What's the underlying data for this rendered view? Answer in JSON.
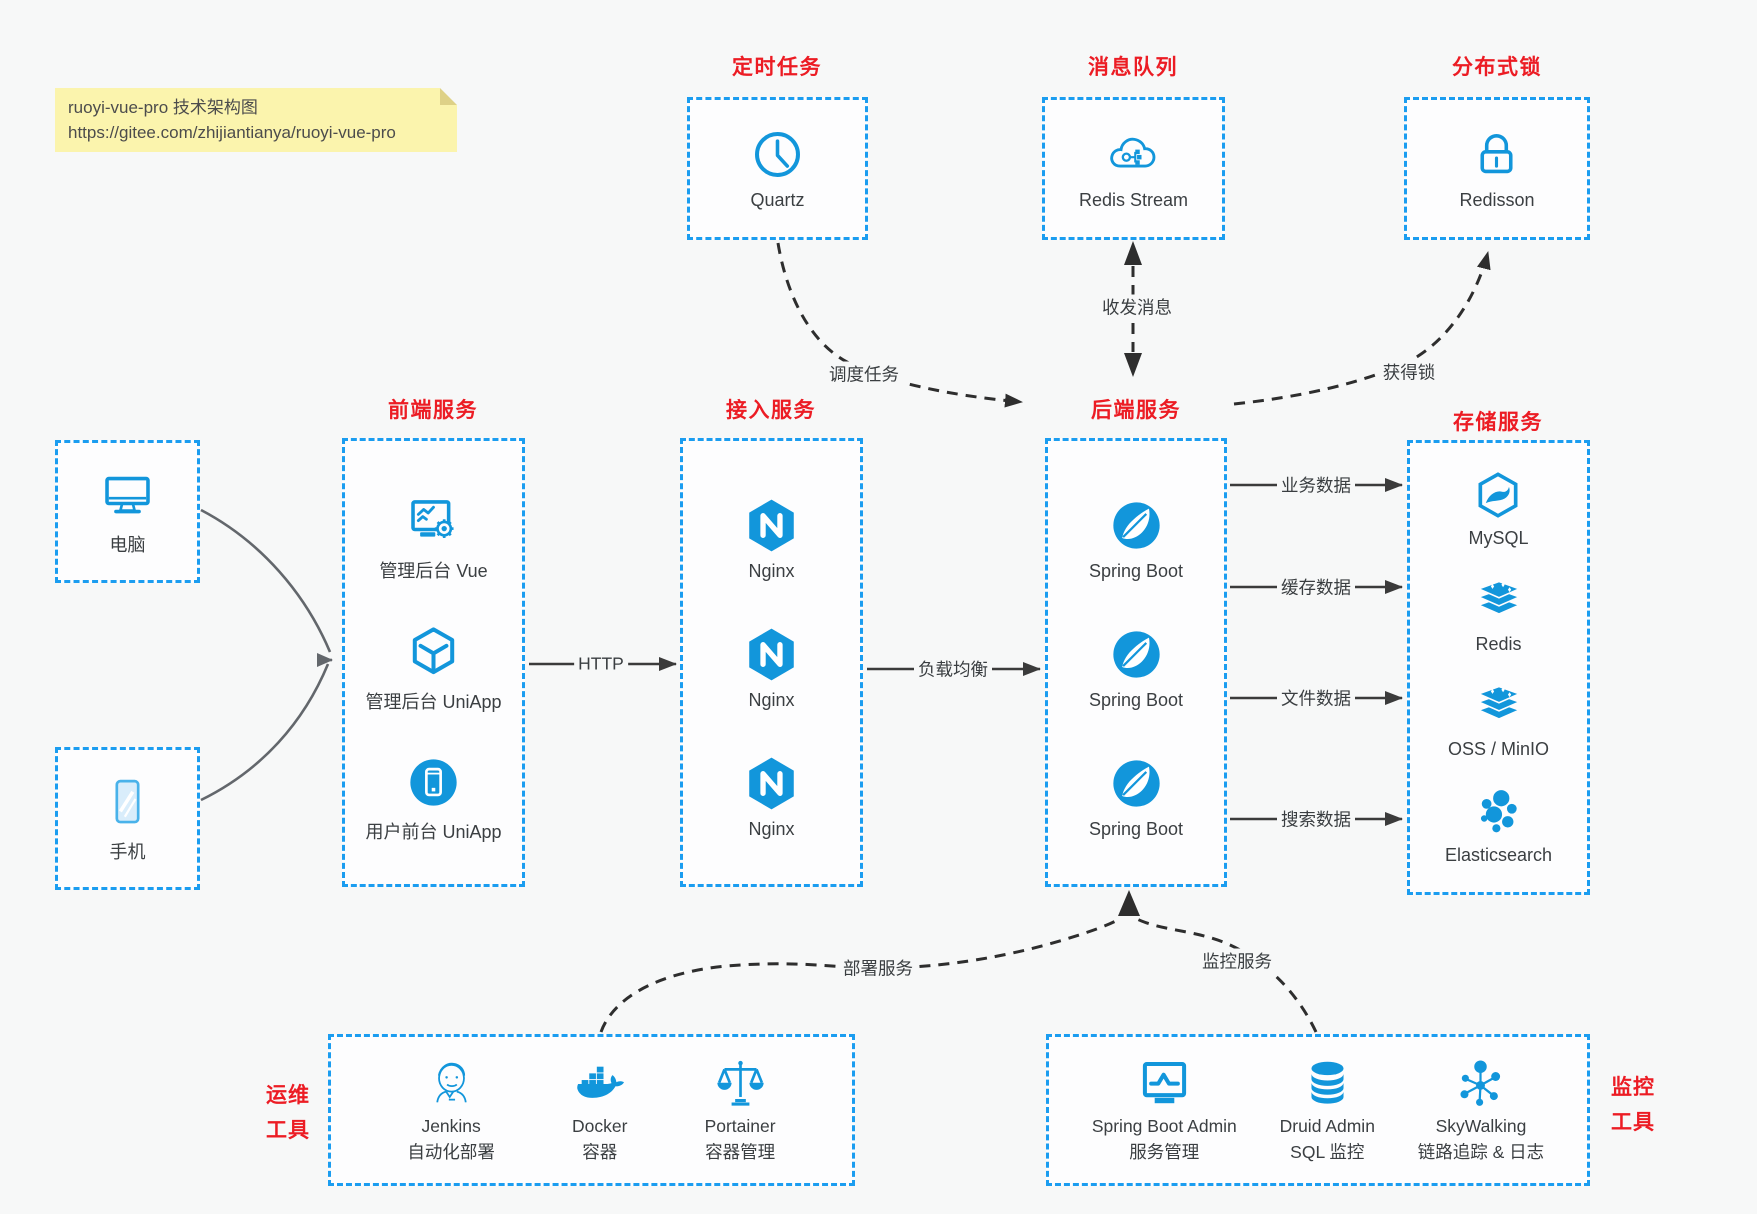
{
  "colors": {
    "icon_blue": "#1296db",
    "border_blue": "#1b9df0",
    "title_red": "#ec1c24",
    "note_yellow": "#fbf4ad",
    "wire_dark": "#2e2e2e",
    "wire_gray": "#63676c",
    "background": "#f7f8f8"
  },
  "note": {
    "line1": "ruoyi-vue-pro 技术架构图",
    "line2": "https://gitee.com/zhijiantianya/ruoyi-vue-pro"
  },
  "clients": {
    "items": [
      {
        "label": "电脑",
        "icon": "desktop-icon"
      },
      {
        "label": "手机",
        "icon": "mobile-icon"
      }
    ]
  },
  "top": {
    "scheduler": {
      "title": "定时任务",
      "item": {
        "label": "Quartz",
        "icon": "clock-icon"
      }
    },
    "mq": {
      "title": "消息队列",
      "item": {
        "label": "Redis Stream",
        "icon": "cloud-network-icon"
      }
    },
    "lock": {
      "title": "分布式锁",
      "item": {
        "label": "Redisson",
        "icon": "lock-icon"
      }
    }
  },
  "frontend": {
    "title": "前端服务",
    "items": [
      {
        "label": "管理后台 Vue",
        "icon": "admin-vue-icon"
      },
      {
        "label": "管理后台 UniApp",
        "icon": "uniapp-cube-icon"
      },
      {
        "label": "用户前台 UniApp",
        "icon": "uniapp-phone-icon"
      }
    ]
  },
  "gateway": {
    "title": "接入服务",
    "items": [
      {
        "label": "Nginx",
        "icon": "nginx-icon"
      },
      {
        "label": "Nginx",
        "icon": "nginx-icon"
      },
      {
        "label": "Nginx",
        "icon": "nginx-icon"
      }
    ]
  },
  "backend": {
    "title": "后端服务",
    "items": [
      {
        "label": "Spring Boot",
        "icon": "spring-icon"
      },
      {
        "label": "Spring Boot",
        "icon": "spring-icon"
      },
      {
        "label": "Spring Boot",
        "icon": "spring-icon"
      }
    ]
  },
  "storage": {
    "title": "存储服务",
    "items": [
      {
        "label": "MySQL",
        "icon": "mysql-icon"
      },
      {
        "label": "Redis",
        "icon": "redis-stack-icon"
      },
      {
        "label": "OSS / MinIO",
        "icon": "oss-stack-icon"
      },
      {
        "label": "Elasticsearch",
        "icon": "elasticsearch-icon"
      }
    ]
  },
  "ops": {
    "title_lines": [
      "运维",
      "工具"
    ],
    "items": [
      {
        "name": "Jenkins",
        "desc": "自动化部署",
        "icon": "jenkins-icon"
      },
      {
        "name": "Docker",
        "desc": "容器",
        "icon": "docker-icon"
      },
      {
        "name": "Portainer",
        "desc": "容器管理",
        "icon": "portainer-icon"
      }
    ]
  },
  "monitoring": {
    "title_lines": [
      "监控",
      "工具"
    ],
    "items": [
      {
        "name": "Spring Boot Admin",
        "desc": "服务管理",
        "icon": "spring-boot-admin-icon"
      },
      {
        "name": "Druid Admin",
        "desc": "SQL 监控",
        "icon": "druid-database-icon"
      },
      {
        "name": "SkyWalking",
        "desc": "链路追踪 & 日志",
        "icon": "skywalking-icon"
      }
    ]
  },
  "edges": {
    "http": "HTTP",
    "load_balance": "负载均衡",
    "business_data": "业务数据",
    "cache_data": "缓存数据",
    "file_data": "文件数据",
    "search_data": "搜索数据",
    "schedule_task": "调度任务",
    "send_receive_message": "收发消息",
    "acquire_lock": "获得锁",
    "deploy_service": "部署服务",
    "monitor_service": "监控服务"
  }
}
